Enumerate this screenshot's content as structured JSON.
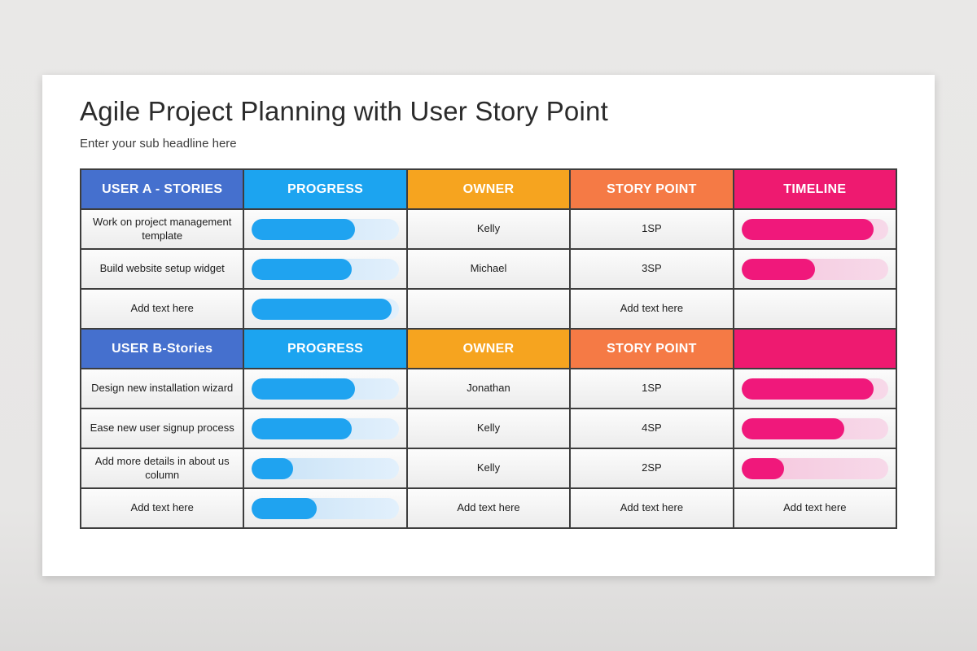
{
  "page": {
    "title": "Agile Project Planning with User Story Point",
    "subtitle": "Enter your sub headline here"
  },
  "colors": {
    "stories_header": "#4570ce",
    "progress_header": "#1ca4f0",
    "owner_header": "#f6a41f",
    "story_point_header": "#f57a45",
    "timeline_header": "#ee1a70",
    "progress_fill": "#1fa3f0",
    "timeline_fill": "#f0187b"
  },
  "table": {
    "header_a": {
      "stories": "USER A - STORIES",
      "progress": "PROGRESS",
      "owner": "OWNER",
      "story_point": "STORY POINT",
      "timeline": "TIMELINE"
    },
    "header_b": {
      "stories": "USER B-Stories",
      "progress": "PROGRESS",
      "owner": "OWNER",
      "story_point": "STORY POINT",
      "timeline": ""
    },
    "section_a": {
      "rows": [
        {
          "story": "Work on project management template",
          "progress": "70%",
          "owner": "Kelly",
          "story_point": "1SP",
          "timeline": "90%"
        },
        {
          "story": "Build website setup widget",
          "progress": "68%",
          "owner": "Michael",
          "story_point": "3SP",
          "timeline": "50%"
        },
        {
          "story": "Add text here",
          "progress": "95%",
          "owner": "",
          "story_point": "Add text here",
          "timeline": null
        }
      ]
    },
    "section_b": {
      "rows": [
        {
          "story": "Design new installation wizard",
          "progress": "70%",
          "owner": "Jonathan",
          "story_point": "1SP",
          "timeline": "90%"
        },
        {
          "story": "Ease new user signup process",
          "progress": "68%",
          "owner": "Kelly",
          "story_point": "4SP",
          "timeline": "70%"
        },
        {
          "story": "Add more details in about us column",
          "progress": "28%",
          "owner": "Kelly",
          "story_point": "2SP",
          "timeline": "29%"
        },
        {
          "story": "Add text here",
          "progress": "44%",
          "owner": "Add text here",
          "story_point": "Add text here",
          "timeline_text": "Add text here"
        }
      ]
    }
  }
}
